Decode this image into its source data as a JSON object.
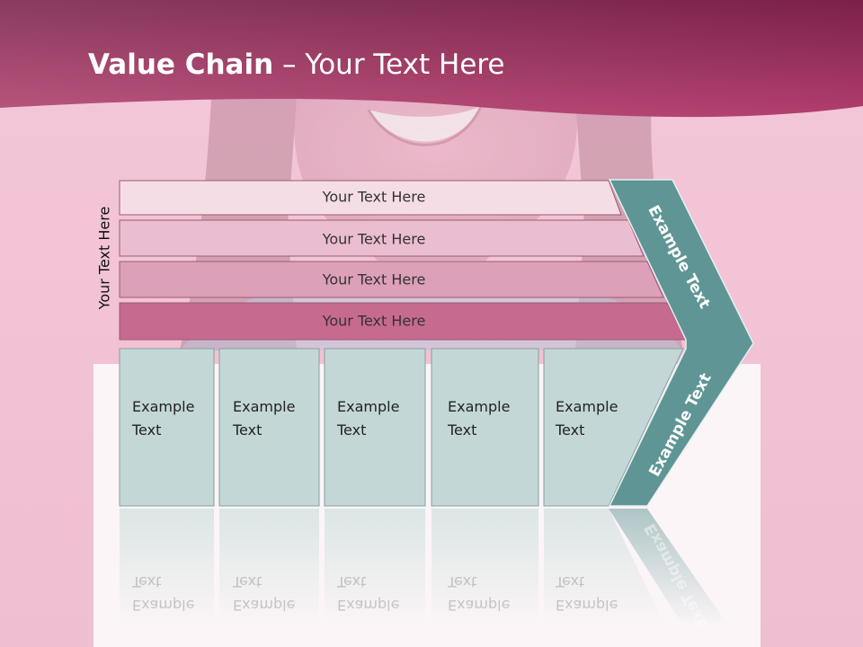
{
  "slide": {
    "title_bold": "Value Chain",
    "title_rest": " – Your Text Here",
    "vertical_label": "Your Text Here",
    "rows": [
      {
        "label": "Your Text Here"
      },
      {
        "label": "Your Text Here"
      },
      {
        "label": "Your Text Here"
      },
      {
        "label": "Your Text Here"
      }
    ],
    "boxes": [
      {
        "label": "Example\nText"
      },
      {
        "label": "Example\nText"
      },
      {
        "label": "Example\nText"
      },
      {
        "label": "Example\nText"
      },
      {
        "label": "Example\nText"
      }
    ],
    "chevron_top_label": "Example Text",
    "chevron_bottom_label": "Example Text"
  },
  "colors": {
    "header": "#a63864",
    "row1": "#f5dde6",
    "row2": "#ebbdd0",
    "row3": "#dda0b9",
    "row4": "#c76a8f",
    "box": "#c3d8d6",
    "chevron": "#5f9595"
  }
}
